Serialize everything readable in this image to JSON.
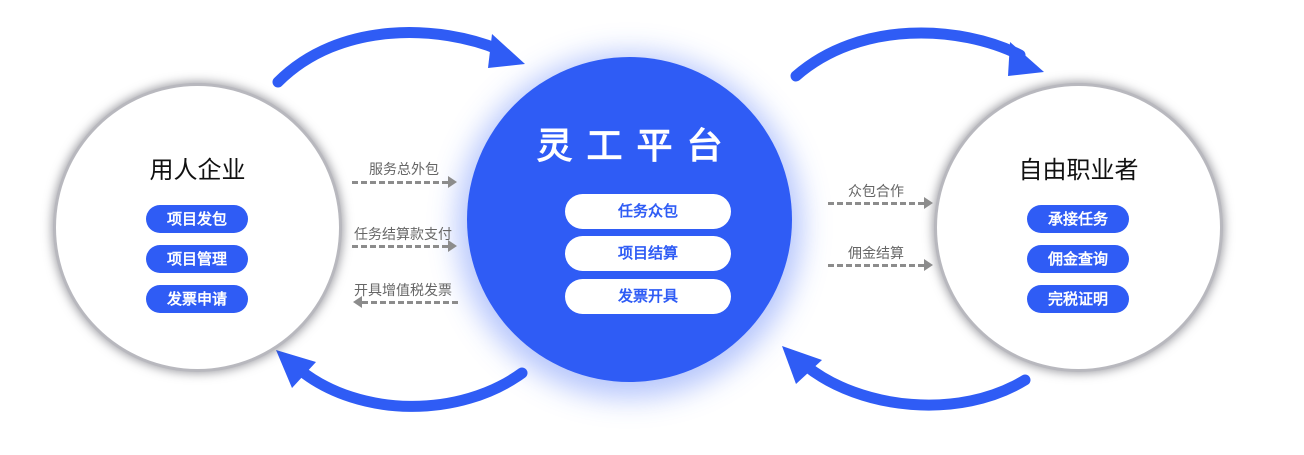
{
  "colors": {
    "accent": "#2f5cf5",
    "flow_gray": "#8c8c8c",
    "title_dark": "#111111"
  },
  "left": {
    "title": "用人企业",
    "items": [
      "项目发包",
      "项目管理",
      "发票申请"
    ]
  },
  "center": {
    "title": "灵工平台",
    "items": [
      "任务众包",
      "项目结算",
      "发票开具"
    ]
  },
  "right": {
    "title": "自由职业者",
    "items": [
      "承接任务",
      "佣金查询",
      "完税证明"
    ]
  },
  "flows_left": [
    {
      "label": "服务总外包",
      "direction": "right"
    },
    {
      "label": "任务结算款支付",
      "direction": "right"
    },
    {
      "label": "开具增值税发票",
      "direction": "left"
    }
  ],
  "flows_right": [
    {
      "label": "众包合作",
      "direction": "right"
    },
    {
      "label": "佣金结算",
      "direction": "right"
    }
  ]
}
